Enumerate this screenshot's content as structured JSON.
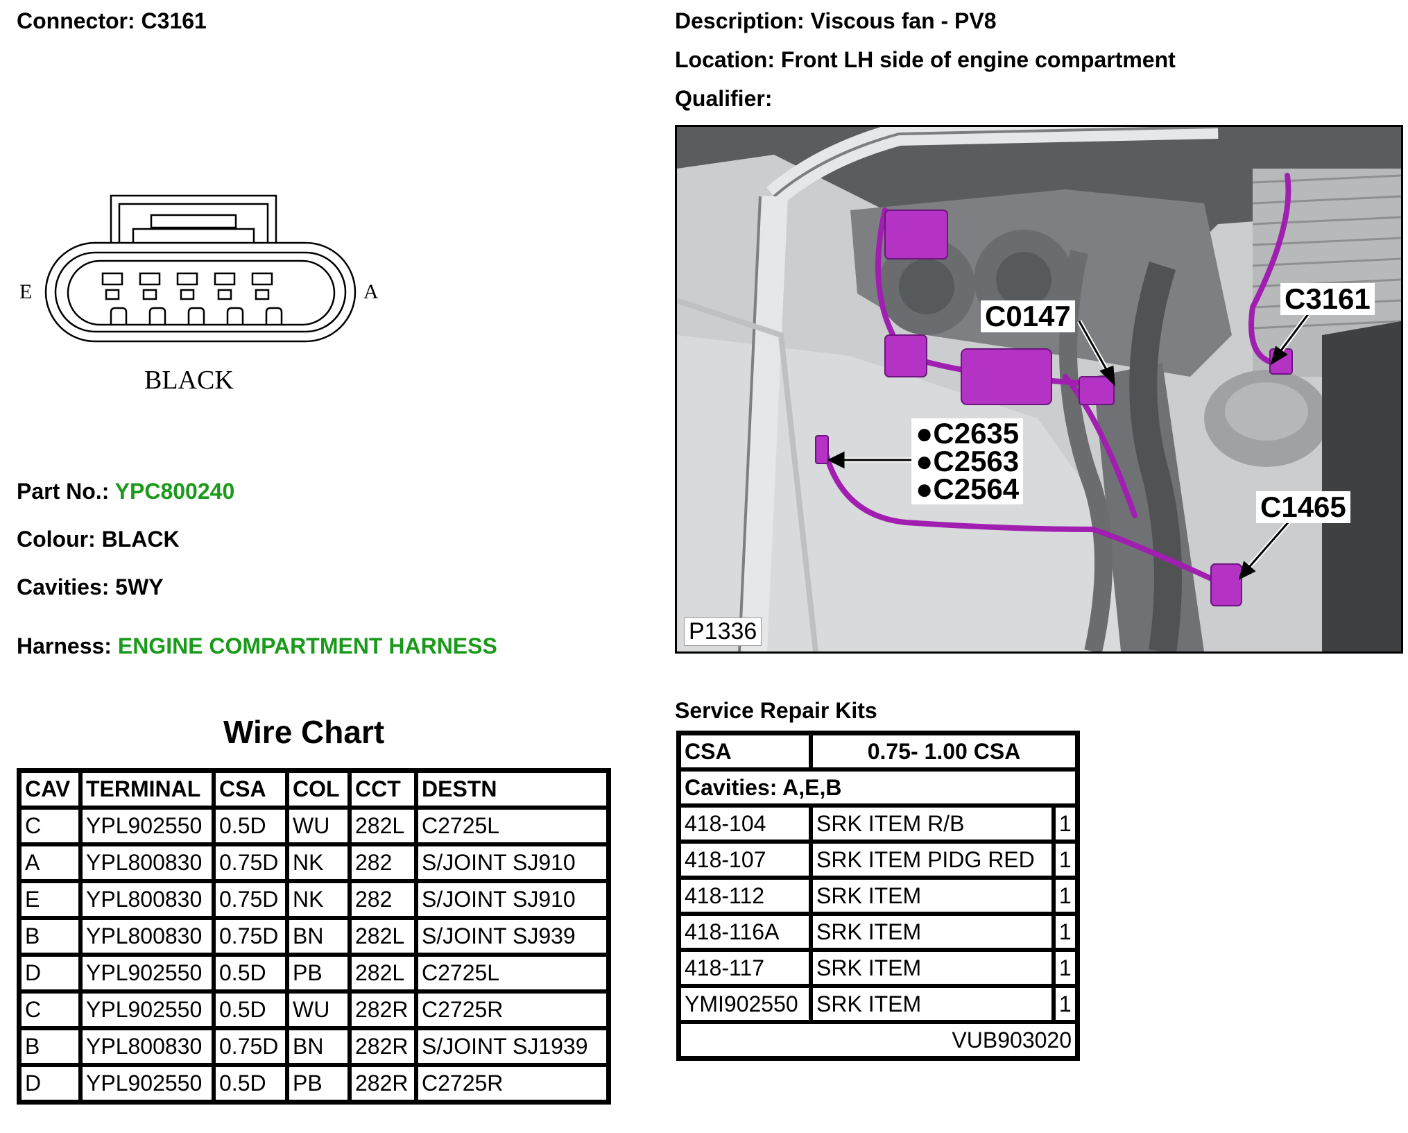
{
  "header": {
    "connector_label": "Connector:",
    "connector_value": "C3161",
    "description_label": "Description:",
    "description_value": "Viscous fan - PV8",
    "location_label": "Location:",
    "location_value": "Front LH side of engine compartment",
    "qualifier_label": "Qualifier:"
  },
  "connector_diagram": {
    "left_pin_letter": "E",
    "right_pin_letter": "A",
    "colour_caption": "BLACK"
  },
  "details": {
    "part_label": "Part No.:",
    "part_value": "YPC800240",
    "colour_label": "Colour:",
    "colour_value": "BLACK",
    "cavities_label": "Cavities:",
    "cavities_value": "5WY",
    "harness_label": "Harness:",
    "harness_value": "ENGINE COMPARTMENT HARNESS",
    "link_color": "#1a9a1a"
  },
  "photo": {
    "callouts": {
      "c0147": "C0147",
      "c3161": "C3161",
      "c2635": "C2635",
      "c2563": "C2563",
      "c2564": "C2564",
      "c1465": "C1465"
    },
    "marker": "●",
    "image_id": "P1336",
    "harness_color": "#a01fb0"
  },
  "wire_chart": {
    "title": "Wire Chart",
    "columns": [
      "CAV",
      "TERMINAL",
      "CSA",
      "COL",
      "CCT",
      "DESTN"
    ],
    "rows": [
      [
        "C",
        "YPL902550",
        "0.5D",
        "WU",
        "282L",
        "C2725L"
      ],
      [
        "A",
        "YPL800830",
        "0.75D",
        "NK",
        "282",
        "S/JOINT SJ910"
      ],
      [
        "E",
        "YPL800830",
        "0.75D",
        "NK",
        "282",
        "S/JOINT SJ910"
      ],
      [
        "B",
        "YPL800830",
        "0.75D",
        "BN",
        "282L",
        "S/JOINT SJ939"
      ],
      [
        "D",
        "YPL902550",
        "0.5D",
        "PB",
        "282L",
        "C2725L"
      ],
      [
        "C",
        "YPL902550",
        "0.5D",
        "WU",
        "282R",
        "C2725R"
      ],
      [
        "B",
        "YPL800830",
        "0.75D",
        "BN",
        "282R",
        "S/JOINT SJ1939"
      ],
      [
        "D",
        "YPL902550",
        "0.5D",
        "PB",
        "282R",
        "C2725R"
      ]
    ]
  },
  "repair_kits": {
    "title": "Service Repair Kits",
    "csa_label": "CSA",
    "csa_value": "0.75- 1.00 CSA",
    "cavities": "Cavities: A,E,B",
    "rows": [
      [
        "418-104",
        "SRK ITEM R/B",
        "1"
      ],
      [
        "418-107",
        "SRK ITEM PIDG RED",
        "1"
      ],
      [
        "418-112",
        "SRK ITEM",
        "1"
      ],
      [
        "418-116A",
        "SRK ITEM",
        "1"
      ],
      [
        "418-117",
        "SRK ITEM",
        "1"
      ],
      [
        "YMI902550",
        "SRK ITEM",
        "1"
      ]
    ],
    "footer": "VUB903020"
  }
}
